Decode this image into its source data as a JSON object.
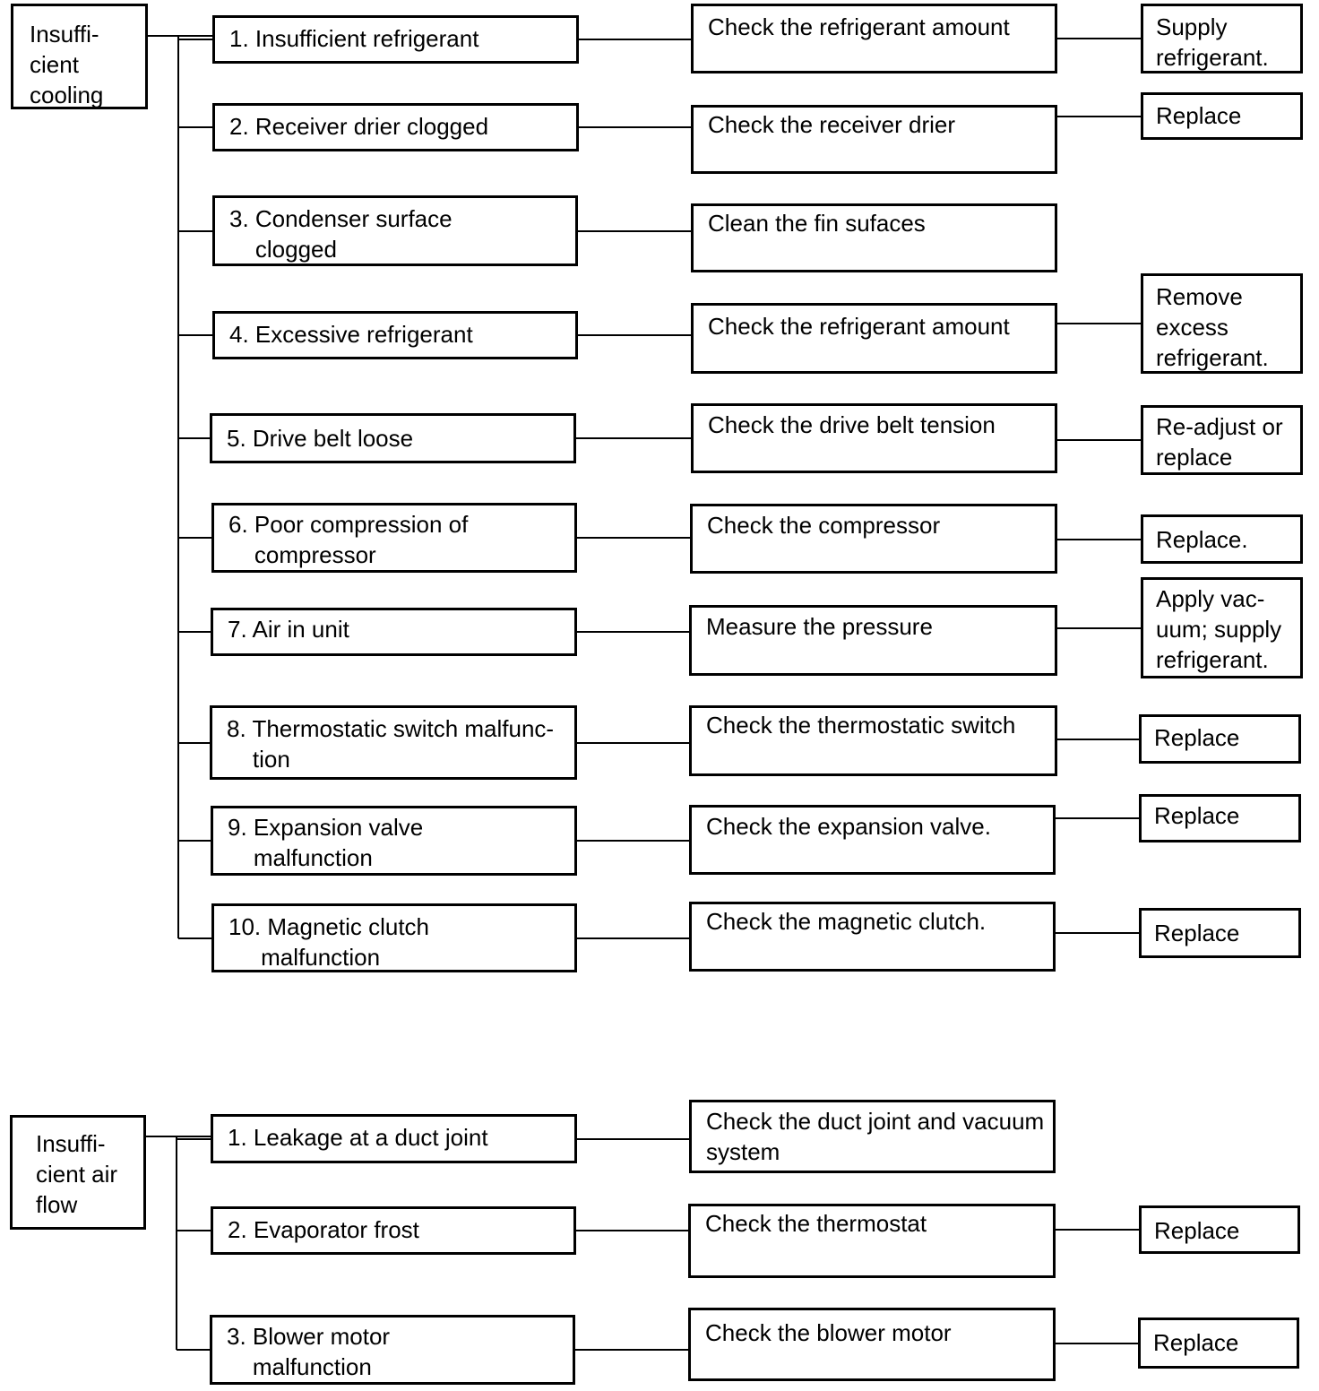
{
  "groups": [
    {
      "label": "Insuffi-\ncient\ncooling",
      "rows": [
        {
          "cause": "1. Insufficient refrigerant",
          "check": "Check the refrigerant amount",
          "action": "Supply\nrefrigerant."
        },
        {
          "cause": "2. Receiver drier clogged",
          "check": "Check the receiver drier",
          "action": "Replace"
        },
        {
          "cause": "3. Condenser surface\n    clogged",
          "check": "Clean the fin sufaces",
          "action": null
        },
        {
          "cause": "4. Excessive refrigerant",
          "check": "Check the refrigerant amount",
          "action": "Remove\nexcess\nrefrigerant."
        },
        {
          "cause": "5. Drive belt loose",
          "check": "Check the drive belt tension",
          "action": "Re-adjust or\nreplace"
        },
        {
          "cause": "6. Poor compression of\n    compressor",
          "check": "Check the compressor",
          "action": "Replace."
        },
        {
          "cause": "7. Air in unit",
          "check": "Measure the pressure",
          "action": "Apply vac-\nuum; supply\nrefrigerant."
        },
        {
          "cause": "8. Thermostatic switch malfunc-\n    tion",
          "check": "Check the thermostatic switch",
          "action": "Replace"
        },
        {
          "cause": "9. Expansion valve\n    malfunction",
          "check": "Check the expansion valve.",
          "action": "Replace"
        },
        {
          "cause": "10. Magnetic clutch\n     malfunction",
          "check": "Check the magnetic clutch.",
          "action": "Replace"
        }
      ]
    },
    {
      "label": "Insuffi-\ncient air\nflow",
      "rows": [
        {
          "cause": "1. Leakage at a duct joint",
          "check": "Check the duct joint and vacuum\nsystem",
          "action": null
        },
        {
          "cause": "2. Evaporator frost",
          "check": "Check the thermostat",
          "action": "Replace"
        },
        {
          "cause": "3. Blower motor\n    malfunction",
          "check": "Check the blower motor",
          "action": "Replace"
        }
      ]
    }
  ]
}
